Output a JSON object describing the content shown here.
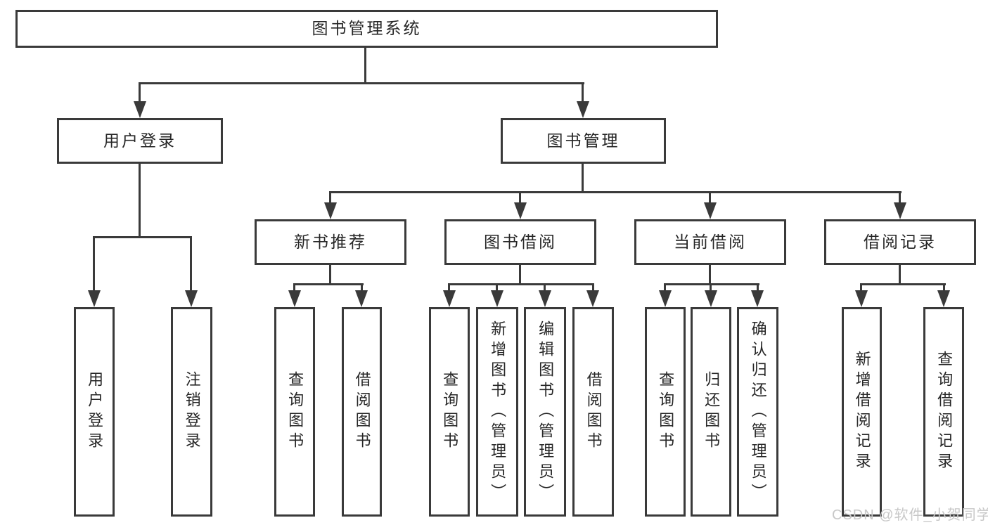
{
  "tree": {
    "label": "图书管理系统",
    "children": [
      {
        "label": "用户登录",
        "children": [
          {
            "label": "用户登录"
          },
          {
            "label": "注销登录"
          }
        ]
      },
      {
        "label": "图书管理",
        "children": [
          {
            "label": "新书推荐",
            "children": [
              {
                "label": "查询图书"
              },
              {
                "label": "借阅图书"
              }
            ]
          },
          {
            "label": "图书借阅",
            "children": [
              {
                "label": "查询图书"
              },
              {
                "label": "新增图书（管理员）"
              },
              {
                "label": "编辑图书（管理员）"
              },
              {
                "label": "借阅图书"
              }
            ]
          },
          {
            "label": "当前借阅",
            "children": [
              {
                "label": "查询图书"
              },
              {
                "label": "归还图书"
              },
              {
                "label": "确认归还（管理员）"
              }
            ]
          },
          {
            "label": "借阅记录",
            "children": [
              {
                "label": "新增借阅记录"
              },
              {
                "label": "查询借阅记录"
              }
            ]
          }
        ]
      }
    ]
  },
  "watermark": {
    "text": "CSDN @软件_小贺同学"
  },
  "colors": {
    "line": "#3a3a3a",
    "text": "#262626",
    "watermark": "#c8c8c8",
    "background": "#ffffff"
  }
}
